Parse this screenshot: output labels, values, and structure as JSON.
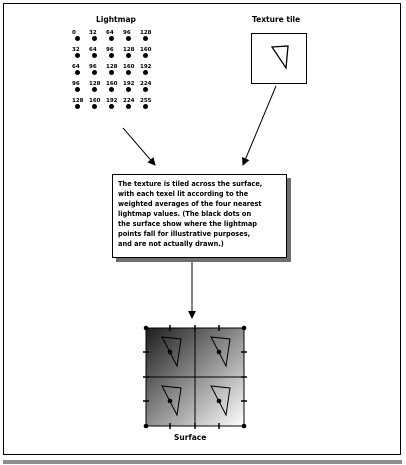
{
  "labels": {
    "lightmap": "Lightmap",
    "texture_tile": "Texture tile",
    "surface": "Surface"
  },
  "lightmap": {
    "values": [
      [
        "0",
        "32",
        "64",
        "96",
        "128"
      ],
      [
        "32",
        "64",
        "96",
        "128",
        "160"
      ],
      [
        "64",
        "96",
        "128",
        "160",
        "192"
      ],
      [
        "96",
        "128",
        "160",
        "192",
        "224"
      ],
      [
        "128",
        "160",
        "192",
        "224",
        "255"
      ]
    ]
  },
  "caption": {
    "lines": [
      "The texture is tiled across the surface,",
      "with each texel lit according to the",
      "weighted averages of the four nearest",
      "lightmap values. (The black dots on",
      "the surface show where the lightmap",
      "points fall for illustrative purposes,",
      "and are not actually drawn.)"
    ]
  },
  "colors": {
    "line": "#000000",
    "shadow": "#6e6e6e",
    "gradient_dark": "#1c1c1c",
    "gradient_light": "#ffffff",
    "bottom_rule": "#8c8c8c"
  }
}
